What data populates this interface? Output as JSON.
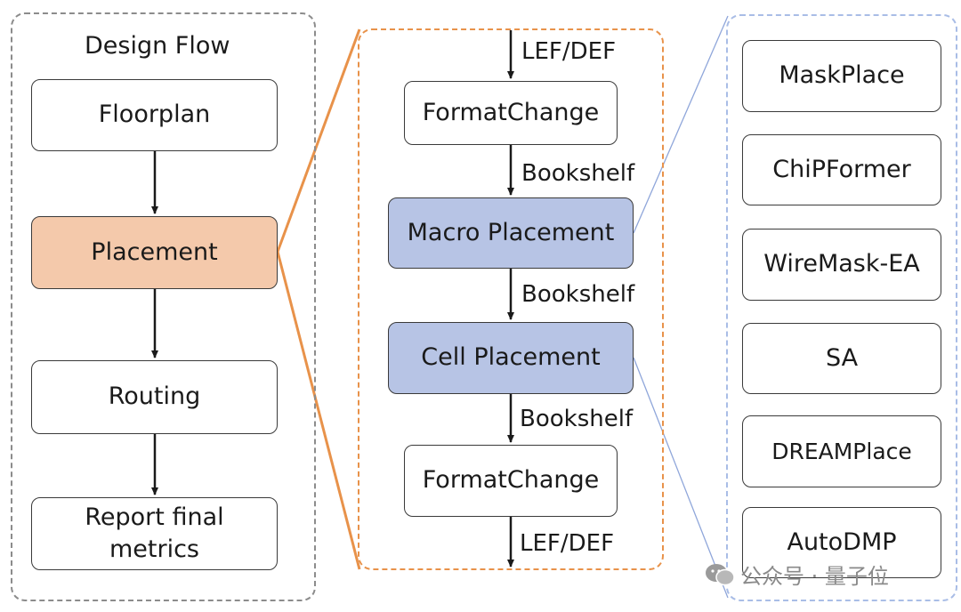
{
  "design_flow": {
    "title": "Design Flow",
    "steps": [
      "Floorplan",
      "Placement",
      "Routing",
      "Report final\nmetrics"
    ]
  },
  "placement_detail": {
    "input_format": "LEF/DEF",
    "format_change_in": "FormatChange",
    "bookshelf_1": "Bookshelf",
    "macro_placement": "Macro Placement",
    "bookshelf_2": "Bookshelf",
    "cell_placement": "Cell Placement",
    "bookshelf_3": "Bookshelf",
    "format_change_out": "FormatChange",
    "output_format": "LEF/DEF"
  },
  "algorithms": [
    "MaskPlace",
    "ChiPFormer",
    "WireMask-EA",
    "SA",
    "DREAMPlace",
    "AutoDMP"
  ],
  "watermark": {
    "text": "公众号 · 量子位",
    "icon": "wechat-icon"
  },
  "colors": {
    "placement_highlight": "#f4c9ab",
    "placement_group_border": "#e8924a",
    "macro_cell_fill": "#b7c4e5",
    "algorithm_group_border": "#a9bde6",
    "flow_group_border": "#8c8c8c"
  }
}
